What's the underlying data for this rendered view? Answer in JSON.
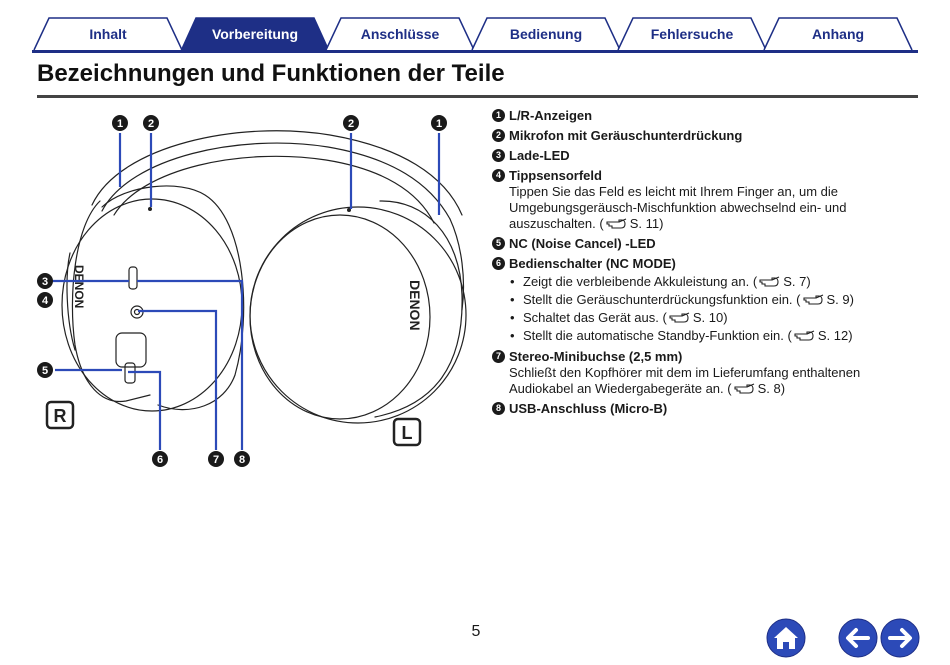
{
  "tabs": [
    {
      "label": "Inhalt",
      "active": false
    },
    {
      "label": "Vorbereitung",
      "active": true
    },
    {
      "label": "Anschlüsse",
      "active": false
    },
    {
      "label": "Bedienung",
      "active": false
    },
    {
      "label": "Fehlersuche",
      "active": false
    },
    {
      "label": "Anhang",
      "active": false
    }
  ],
  "page_title": "Bezeichnungen und Funktionen der Teile",
  "figure": {
    "callouts": [
      "1",
      "2",
      "2",
      "1",
      "3",
      "4",
      "5",
      "6",
      "7",
      "8"
    ],
    "side_right": "R",
    "side_left": "L",
    "brand": "DENON"
  },
  "parts": [
    {
      "num": "1",
      "title": "L/R-Anzeigen"
    },
    {
      "num": "2",
      "title": "Mikrofon mit Geräuschunterdrückung"
    },
    {
      "num": "3",
      "title": "Lade-LED"
    },
    {
      "num": "4",
      "title": "Tippsensorfeld",
      "desc": "Tippen Sie das Feld es leicht mit Ihrem Finger an, um die Umgebungsgeräusch-Mischfunktion abwechselnd ein- und auszuschalten.",
      "ref": "S. 11"
    },
    {
      "num": "5",
      "title": "NC (Noise Cancel) -LED"
    },
    {
      "num": "6",
      "title": "Bedienschalter (NC MODE)",
      "bullets": [
        {
          "text": "Zeigt die verbleibende Akkuleistung an.",
          "ref": "S. 7"
        },
        {
          "text": "Stellt die Geräuschunterdrückungsfunktion ein.",
          "ref": "S. 9"
        },
        {
          "text": "Schaltet das Gerät aus.",
          "ref": "S. 10"
        },
        {
          "text": "Stellt die automatische Standby-Funktion ein.",
          "ref": "S. 12"
        }
      ]
    },
    {
      "num": "7",
      "title": "Stereo-Minibuchse (2,5 mm)",
      "desc": "Schließt den Kopfhörer mit dem im Lieferumfang enthaltenen Audiokabel an Wiedergabegeräte an.",
      "ref": "S. 8"
    },
    {
      "num": "8",
      "title": "USB-Anschluss (Micro-B)"
    }
  ],
  "page_number": "5",
  "nav": {
    "home": "home-icon",
    "back": "arrow-left-icon",
    "forward": "arrow-right-icon"
  },
  "colors": {
    "brand_blue": "#1e2f86",
    "button_blue": "#2c4ab8"
  }
}
